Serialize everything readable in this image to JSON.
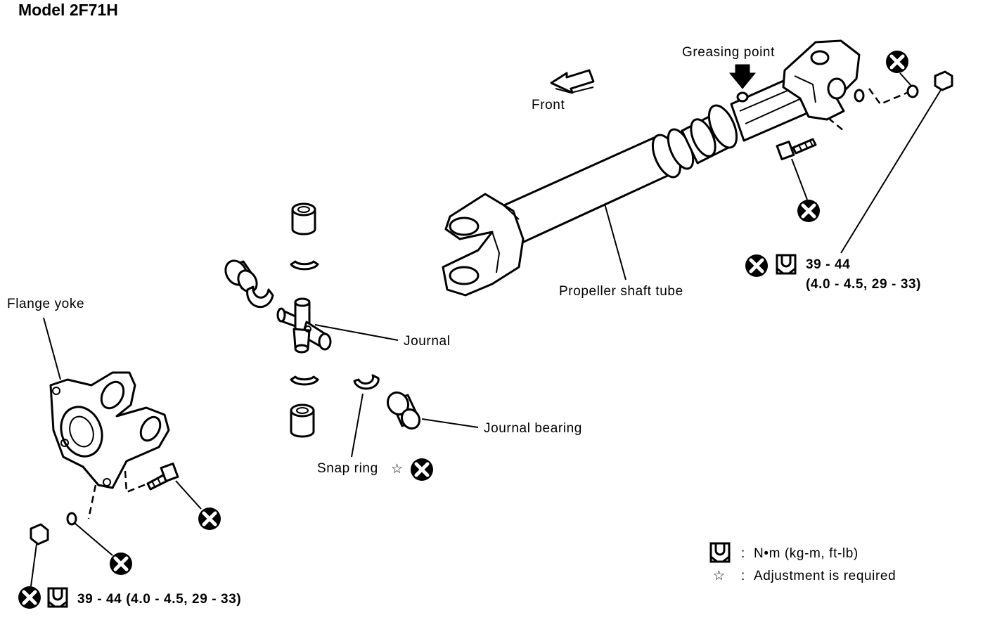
{
  "title": "Model 2F71H",
  "labels": {
    "greasing_point": "Greasing point",
    "front": "Front",
    "propeller_shaft_tube": "Propeller shaft tube",
    "flange_yoke": "Flange yoke",
    "journal": "Journal",
    "journal_bearing": "Journal bearing",
    "snap_ring": "Snap ring"
  },
  "torque": {
    "top_line1": "39 - 44",
    "top_line2": "(4.0 - 4.5, 29 - 33)",
    "bottom": "39 - 44 (4.0 - 4.5, 29 - 33)"
  },
  "legend": {
    "colon": ":",
    "torque_units": "N•m (kg-m, ft-lb)",
    "adjustment": "Adjustment is required"
  },
  "symbols": {
    "star": "☆",
    "replace_icon": "circle-x-icon",
    "torque_icon": "torque-wrench-icon"
  }
}
